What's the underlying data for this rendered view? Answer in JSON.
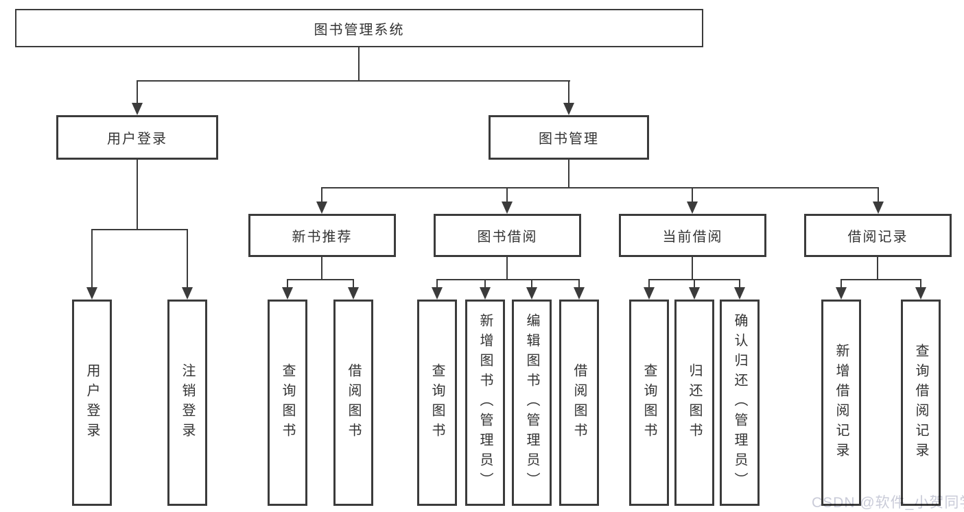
{
  "colors": {
    "line": "#3b3b3b",
    "text": "#333333",
    "background": "#ffffff",
    "watermark_color": "#c9cbd8"
  },
  "watermark": {
    "text": "CSDN @软件_小贺同学"
  },
  "diagram": {
    "root": {
      "label": "图书管理系统"
    },
    "branches": [
      {
        "label": "用户登录",
        "children": [
          {
            "label": "用户登录"
          },
          {
            "label": "注销登录"
          }
        ]
      },
      {
        "label": "图书管理",
        "children": [
          {
            "label": "新书推荐",
            "children": [
              {
                "label": "查询图书"
              },
              {
                "label": "借阅图书"
              }
            ]
          },
          {
            "label": "图书借阅",
            "children": [
              {
                "label": "查询图书"
              },
              {
                "label": "新增图书（管理员）"
              },
              {
                "label": "编辑图书（管理员）"
              },
              {
                "label": "借阅图书"
              }
            ]
          },
          {
            "label": "当前借阅",
            "children": [
              {
                "label": "查询图书"
              },
              {
                "label": "归还图书"
              },
              {
                "label": "确认归还（管理员）"
              }
            ]
          },
          {
            "label": "借阅记录",
            "children": [
              {
                "label": "新增借阅记录"
              },
              {
                "label": "查询借阅记录"
              }
            ]
          }
        ]
      }
    ]
  }
}
